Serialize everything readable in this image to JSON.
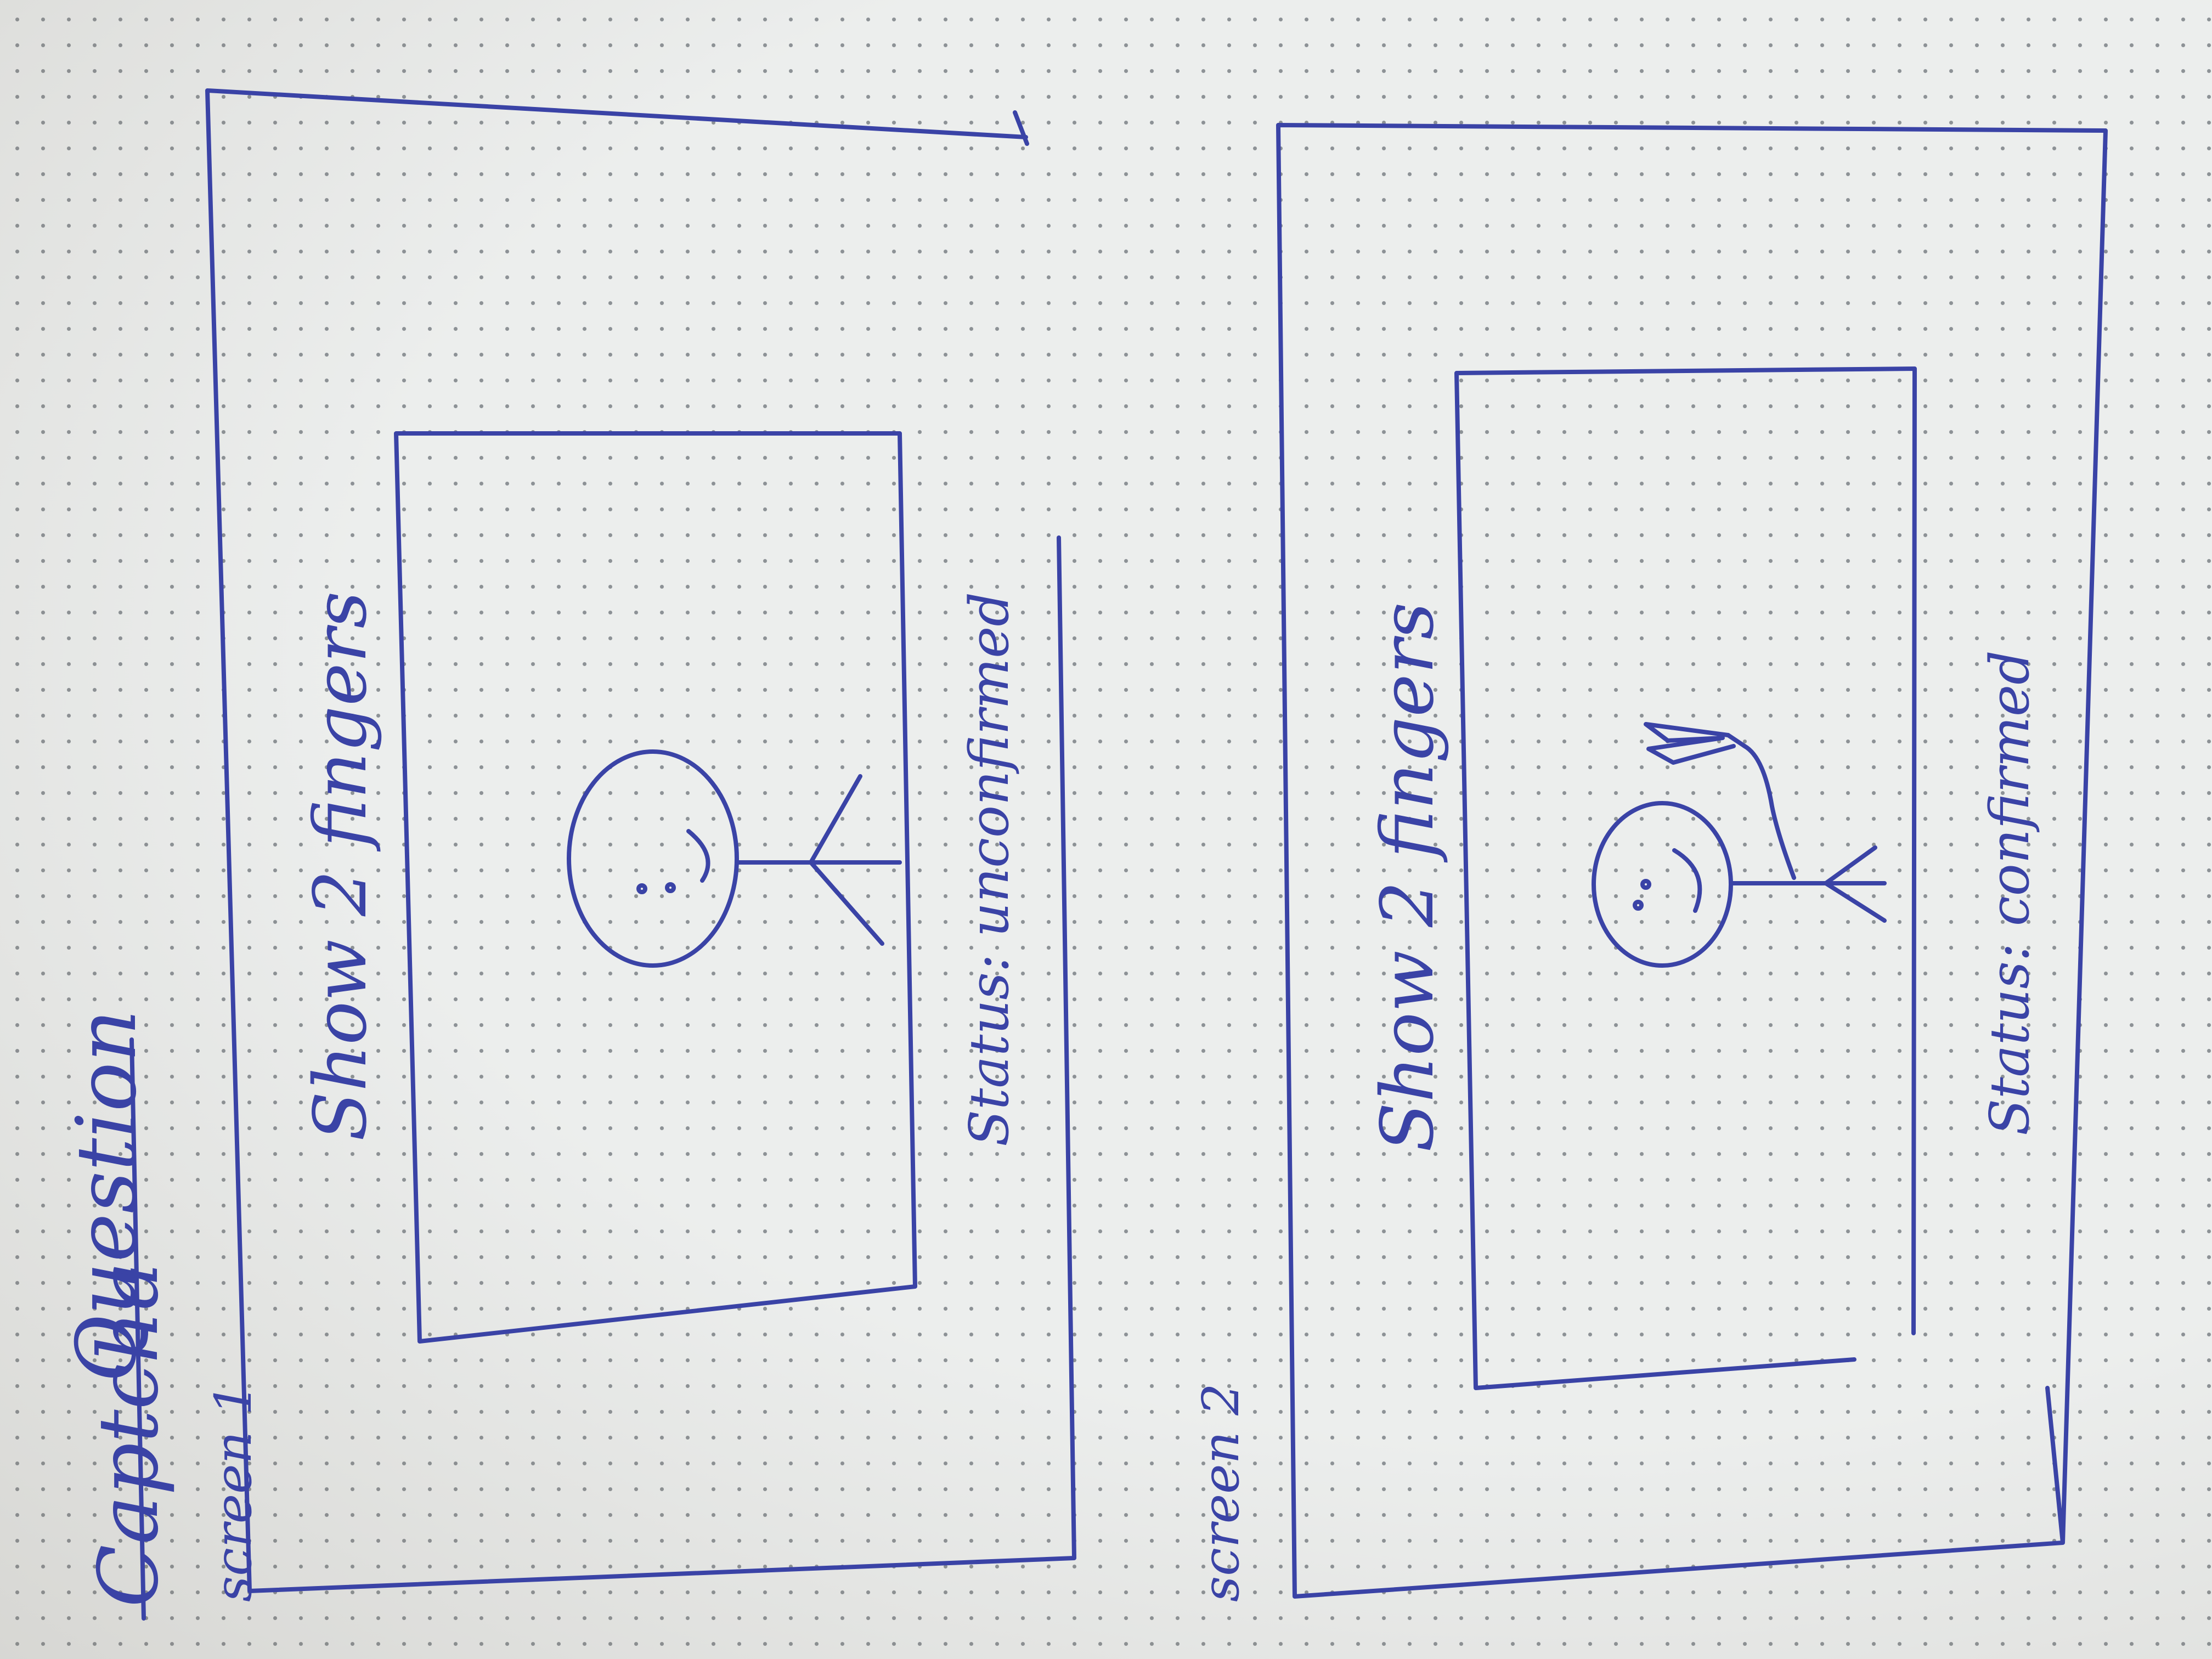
{
  "heading": {
    "word1": "Captcha",
    "word2": "Question"
  },
  "screens": [
    {
      "label": "screen 1",
      "prompt": "Show 2 fingers",
      "status": "Status: unconfirmed"
    },
    {
      "label": "screen 2",
      "prompt": "Show 2 fingers",
      "status": "Status: confirmed"
    }
  ],
  "colors": {
    "ink": "#3a43a6",
    "paper": "#eceeed",
    "dots": "#8d9296"
  },
  "icons": [
    "smiley-stick-figure-icon",
    "two-fingers-raised-icon"
  ]
}
